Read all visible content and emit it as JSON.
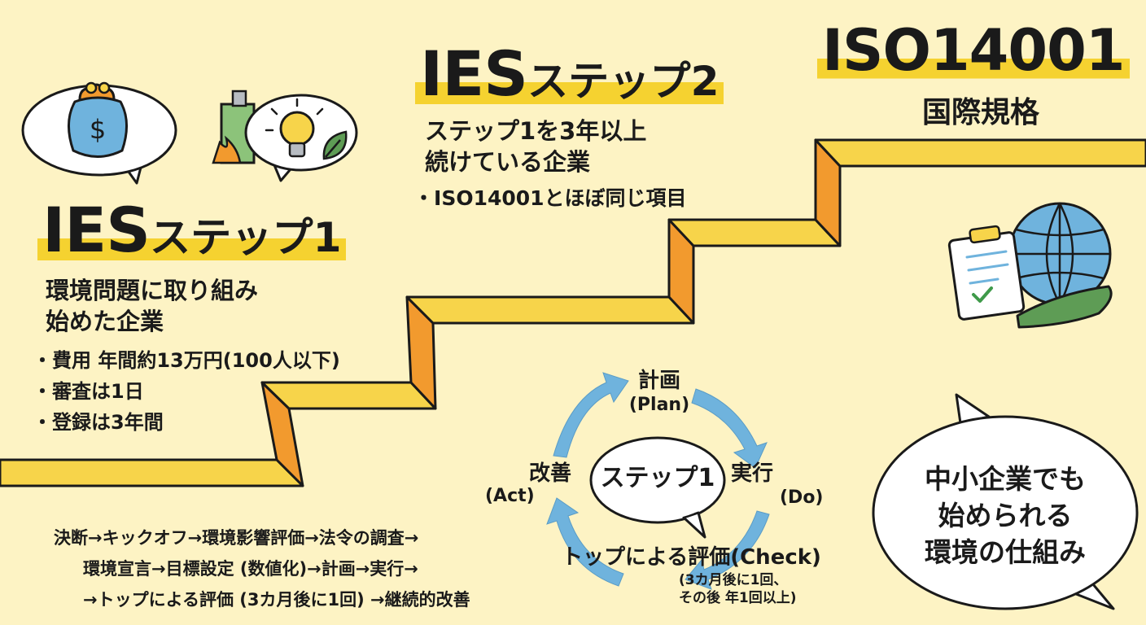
{
  "step1": {
    "title_latin": "IES",
    "title_kana": "ステップ1",
    "desc_line1": "環境問題に取り組み",
    "desc_line2": "始めた企業",
    "bullets": [
      "費用 年間約13万円(100人以下)",
      "審査は1日",
      "登録は3年間"
    ]
  },
  "step2": {
    "title_latin": "IES",
    "title_kana": "ステップ2",
    "desc_line1": "ステップ1を3年以上",
    "desc_line2": "続けている企業",
    "bullets": [
      "ISO14001とほぼ同じ項目"
    ]
  },
  "iso": {
    "title": "ISO14001",
    "subtitle": "国際規格"
  },
  "cycle": {
    "center": "ステップ1",
    "plan": "計画",
    "plan_en": "(Plan)",
    "do": "実行",
    "do_en": "(Do)",
    "check": "トップによる評価(Check)",
    "check_note1": "(3カ月後に1回、",
    "check_note2": "その後 年1回以上)",
    "act": "改善",
    "act_en": "(Act)"
  },
  "process": {
    "line1": "決断→キックオフ→環境影響評価→法令の調査→",
    "line2": "環境宣言→目標設定 (数値化)→計画→実行→",
    "line3": "→トップによる評価 (3カ月後に1回) →継続的改善"
  },
  "bubble": {
    "line1": "中小企業でも",
    "line2": "始められる",
    "line3": "環境の仕組み"
  },
  "colors": {
    "background": "#fdf3c4",
    "stair_tread": "#f7d44a",
    "stair_riser": "#f29a2e",
    "highlight": "#f5d230",
    "cycle_arrow": "#6fb3dd"
  },
  "icons": [
    "wallet-icon",
    "dollar-icon",
    "lightbulb-icon",
    "leaf-icon",
    "clipboard-icon",
    "checkmark-icon",
    "globe-icon",
    "hand-icon"
  ]
}
